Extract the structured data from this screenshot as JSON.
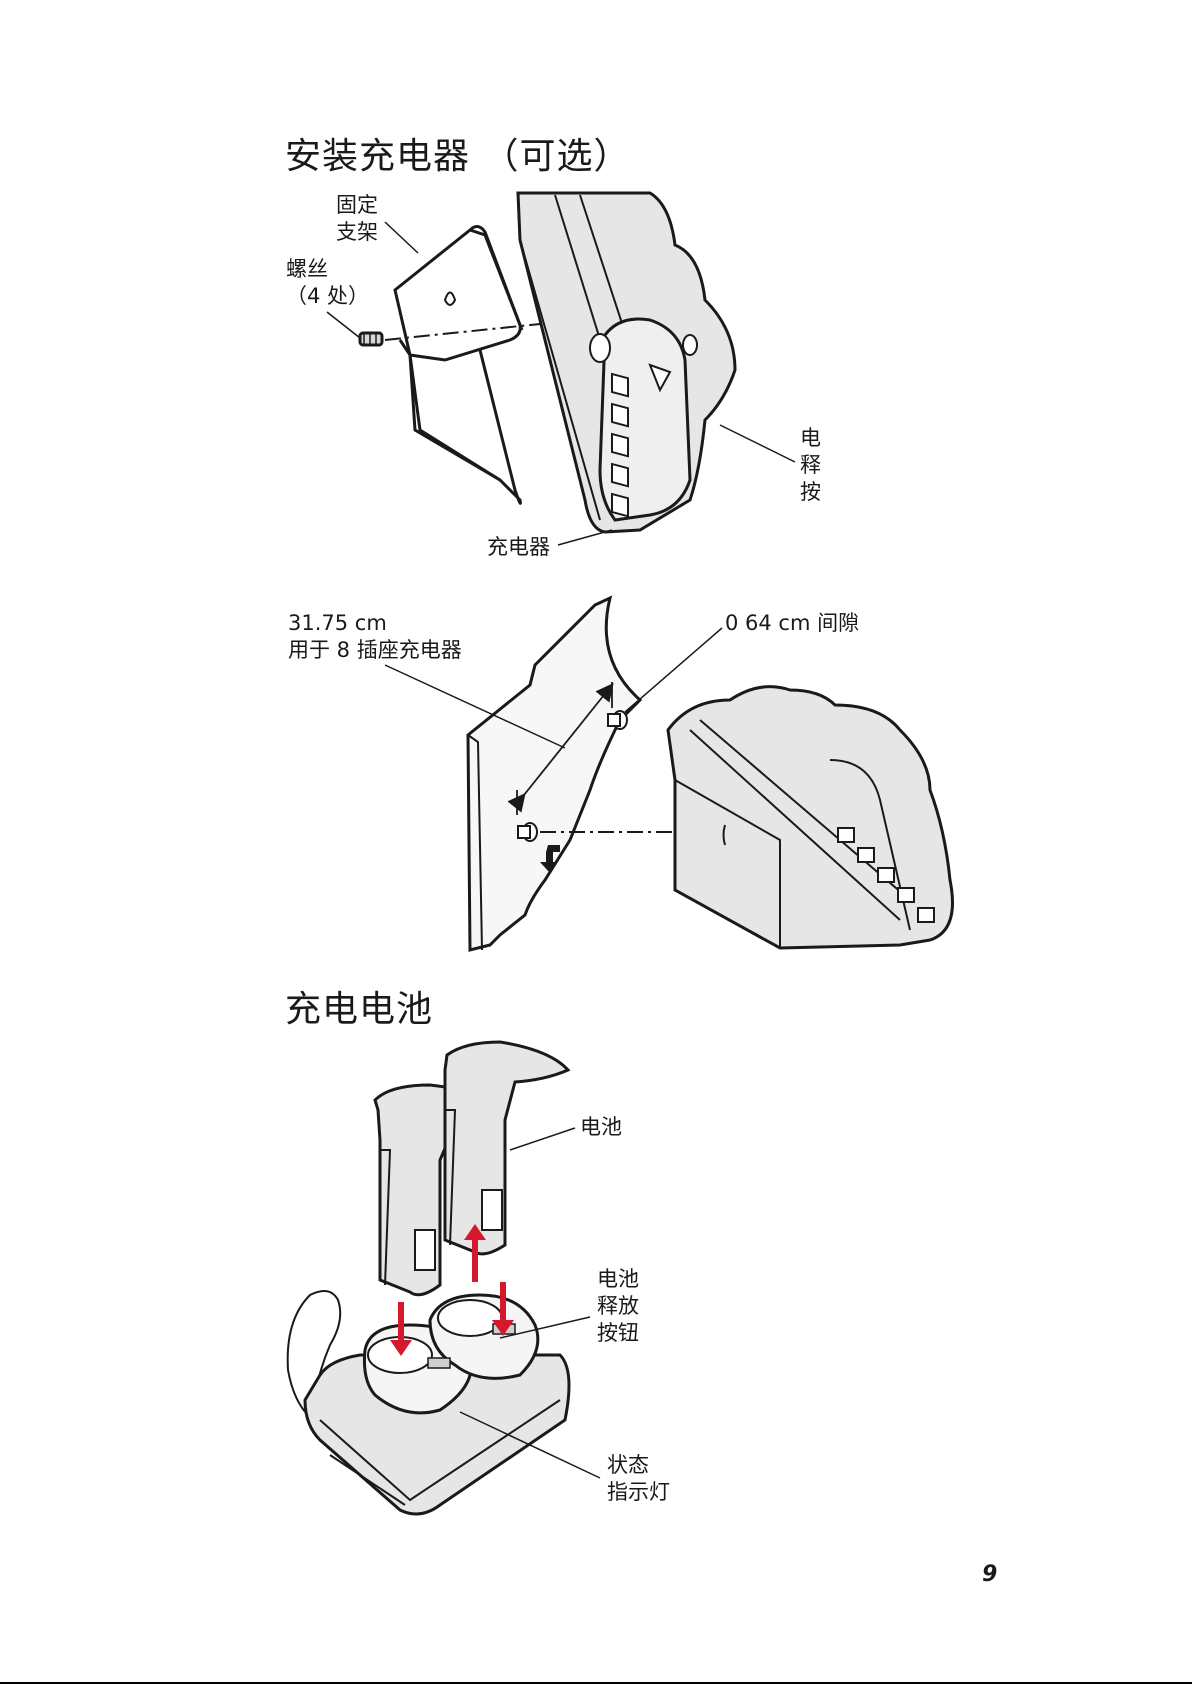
{
  "section1": {
    "title": "安装充电器 （可选）",
    "labels": {
      "bracket": [
        "固定",
        "支架"
      ],
      "screws": [
        "螺丝",
        "（4 处）"
      ],
      "charger": "充电器",
      "release": [
        "电",
        "释",
        "按"
      ]
    }
  },
  "section1b": {
    "labels": {
      "spacing": [
        "31.75 cm",
        "用于 8 插座充电器"
      ],
      "gap": "0 64 cm 间隙"
    }
  },
  "section2": {
    "title": "充电电池",
    "labels": {
      "battery": "电池",
      "battery_release": [
        "电池",
        "释放",
        "按钮"
      ],
      "status": [
        "状态",
        "指示灯"
      ]
    }
  },
  "colors": {
    "arrow": "#d6182d",
    "fill": "#e6e6e6",
    "stroke": "#1a1a1a"
  },
  "page_number": "9"
}
